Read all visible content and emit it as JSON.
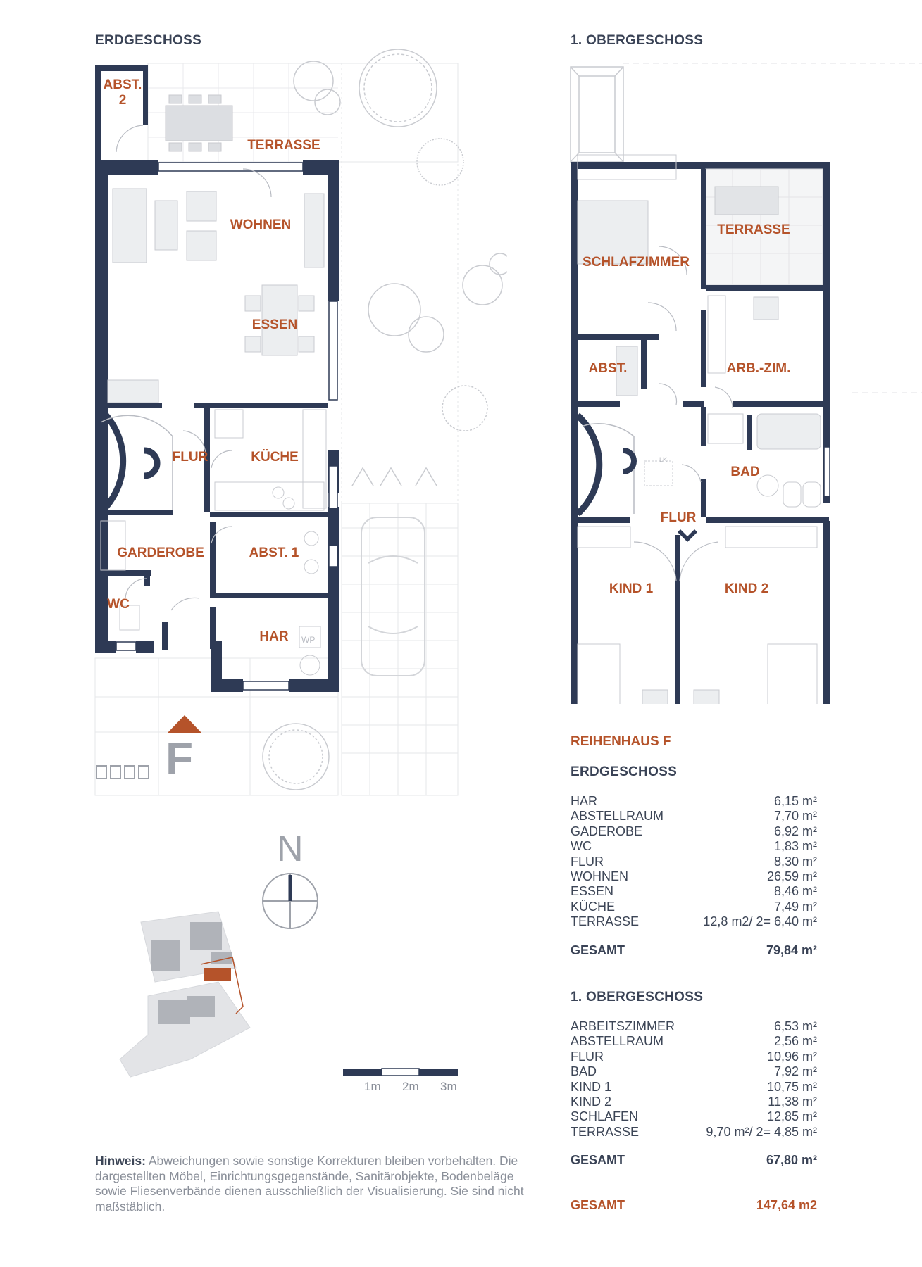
{
  "plans": {
    "ground_title": "ERDGESCHOSS",
    "upper_title": "1. OBERGESCHOSS"
  },
  "ground_rooms": {
    "abst2_a": "ABST.",
    "abst2_b": "2",
    "terrasse": "TERRASSE",
    "wohnen": "WOHNEN",
    "essen": "ESSEN",
    "flur": "FLUR",
    "kueche": "KÜCHE",
    "garderobe": "GARDEROBE",
    "abst1": "ABST. 1",
    "wc": "WC",
    "har": "HAR",
    "wp": "WP",
    "house_letter": "F"
  },
  "upper_rooms": {
    "schlafzimmer": "SCHLAFZIMMER",
    "terrasse": "TERRASSE",
    "abst": "ABST.",
    "arbzim": "ARB.-ZIM.",
    "bad": "BAD",
    "flur": "FLUR",
    "kind1": "KIND 1",
    "kind2": "KIND 2",
    "lk": "LK"
  },
  "compass": {
    "north": "N"
  },
  "scale_bar": {
    "labels": [
      "1m",
      "2m",
      "3m"
    ]
  },
  "summary": {
    "house_title": "REIHENHAUS F",
    "ground": {
      "title": "ERDGESCHOSS",
      "rows": [
        {
          "name": "HAR",
          "value": "6,15 m²"
        },
        {
          "name": "ABSTELLRAUM",
          "value": "7,70 m²"
        },
        {
          "name": "GADEROBE",
          "value": "6,92 m²"
        },
        {
          "name": "WC",
          "value": "1,83 m²"
        },
        {
          "name": "FLUR",
          "value": "8,30 m²"
        },
        {
          "name": "WOHNEN",
          "value": "26,59 m²"
        },
        {
          "name": "ESSEN",
          "value": "8,46 m²"
        },
        {
          "name": "KÜCHE",
          "value": "7,49 m²"
        },
        {
          "name": "TERRASSE",
          "value": "12,8 m2/ 2= 6,40 m²"
        }
      ],
      "total_label": "GESAMT",
      "total_value": "79,84 m²"
    },
    "upper": {
      "title": "1. OBERGESCHOSS",
      "rows": [
        {
          "name": "ARBEITSZIMMER",
          "value": "6,53 m²"
        },
        {
          "name": "ABSTELLRAUM",
          "value": "2,56 m²"
        },
        {
          "name": "FLUR",
          "value": "10,96 m²"
        },
        {
          "name": "BAD",
          "value": "7,92 m²"
        },
        {
          "name": "KIND 1",
          "value": "10,75 m²"
        },
        {
          "name": "KIND 2",
          "value": "11,38 m²"
        },
        {
          "name": "SCHLAFEN",
          "value": "12,85 m²"
        },
        {
          "name": "TERRASSE",
          "value": "9,70 m²/ 2= 4,85 m²"
        }
      ],
      "total_label": "GESAMT",
      "total_value": "67,80 m²"
    },
    "grand_total_label": "GESAMT",
    "grand_total_value": "147,64 m2"
  },
  "note": {
    "label": "Hinweis:",
    "text": "Abweichungen sowie sonstige Korrekturen bleiben vorbehalten. Die dargestellten Möbel, Einrichtungsgegenstände, Sanitärobjekte, Bodenbeläge sowie Fliesenverbände dienen ausschließlich der Visualisierung. Sie sind nicht maßstäblich."
  },
  "colors": {
    "wall": "#2e3a55",
    "accent": "#b5532a",
    "furniture": "#d6d8dc",
    "text": "#3d4657"
  }
}
